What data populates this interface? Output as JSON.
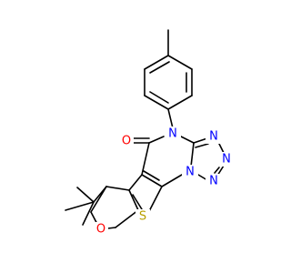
{
  "molecule": {
    "colors": {
      "carbon": "#000000",
      "nitrogen": "#0000FF",
      "oxygen": "#FF0000",
      "sulfur": "#B8A000"
    },
    "atoms": [
      {
        "id": "o_carbonyl",
        "symbol": "O",
        "color_key": "oxygen"
      },
      {
        "id": "n_ring",
        "symbol": "N",
        "color_key": "nitrogen"
      },
      {
        "id": "n_tz1",
        "symbol": "N",
        "color_key": "nitrogen"
      },
      {
        "id": "n_tz2",
        "symbol": "N",
        "color_key": "nitrogen"
      },
      {
        "id": "n_tz3",
        "symbol": "N",
        "color_key": "nitrogen"
      },
      {
        "id": "n_tz4",
        "symbol": "N",
        "color_key": "nitrogen"
      },
      {
        "id": "s_thio",
        "symbol": "S",
        "color_key": "sulfur"
      },
      {
        "id": "o_pyran",
        "symbol": "O",
        "color_key": "oxygen"
      }
    ]
  }
}
